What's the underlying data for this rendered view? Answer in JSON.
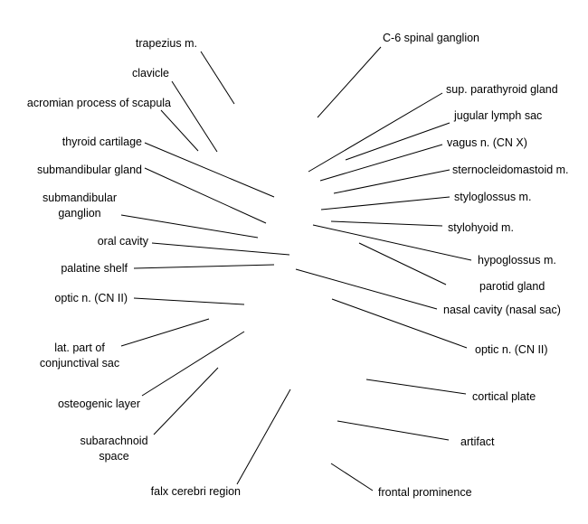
{
  "labels": {
    "trapezius": "trapezius m.",
    "clavicle": "clavicle",
    "acromian": "acromian process of scapula",
    "thyroid_cartilage": "thyroid cartilage",
    "submandibular_gland": "submandibular gland",
    "submandibular_ganglion_1": "submandibular",
    "submandibular_ganglion_2": "ganglion",
    "oral_cavity": "oral cavity",
    "palatine_shelf": "palatine shelf",
    "optic_left": "optic n. (CN II)",
    "conjunctival_1": "lat. part of",
    "conjunctival_2": "conjunctival sac",
    "osteogenic": "osteogenic layer",
    "subarachnoid_1": "subarachnoid",
    "subarachnoid_2": "space",
    "falx": "falx cerebri region",
    "c6_ganglion": "C-6 spinal ganglion",
    "parathyroid": "sup. parathyroid gland",
    "jugular": "jugular lymph sac",
    "vagus": "vagus n. (CN X)",
    "sternocleidomastoid": "sternocleidomastoid m.",
    "styloglossus": "styloglossus m.",
    "stylohyoid": "stylohyoid m.",
    "hypoglossus": "hypoglossus m.",
    "parotid": "parotid gland",
    "nasal_cavity": "nasal cavity (nasal sac)",
    "optic_right": "optic n. (CN II)",
    "cortical": "cortical plate",
    "artifact": "artifact",
    "frontal": "frontal prominence"
  }
}
